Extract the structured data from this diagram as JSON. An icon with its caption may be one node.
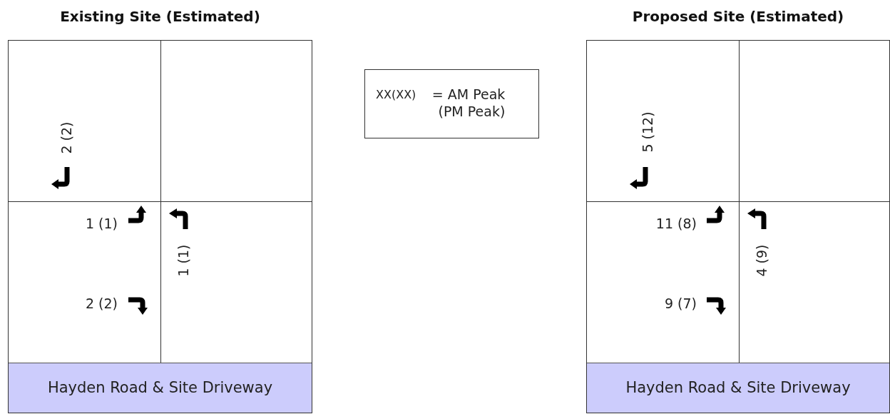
{
  "diagram": {
    "nodes": [
      {
        "text": [
          "Existing Site (Estimated)"
        ]
      },
      {
        "text": [
          "Hayden Road & Site Driveway"
        ],
        "in": 0
      },
      {
        "text": [
          "XX(XX)",
          "= AM Peak (PM Peak)"
        ]
      },
      {
        "text": [
          "Proposed Site (Estimated)"
        ]
      },
      {
        "text": [
          "Hayden Road & Site Driveway"
        ],
        "in": 3
      }
    ],
    "edges": [],
    "labels": [
      "2 (2)",
      "1 (1)",
      "1 (1)",
      "2 (2)",
      "5 (12)",
      "11 (8)",
      "4 (9)",
      "9 (7)"
    ]
  }
}
